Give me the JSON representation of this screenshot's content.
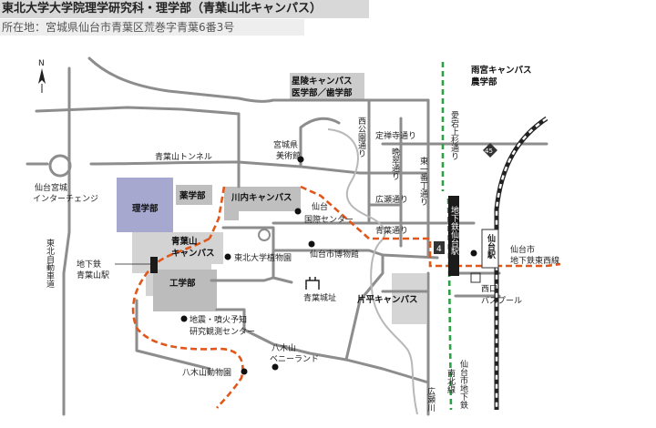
{
  "header": {
    "title": "東北大学大学院理学研究科・理学部（青葉山北キャンパス）",
    "address": "所在地：宮城県仙台市青葉区荒巻字青葉6番3号"
  },
  "map": {
    "north": "N",
    "areas": {
      "seiryo": [
        "星陵キャンパス",
        "医学部／歯学部"
      ],
      "amamiya": [
        "雨宮キャンパス",
        "農学部"
      ],
      "rigakubu": "理学部",
      "yakugakubu": "薬学部",
      "kawauchi": "川内キャンパス",
      "aobayama": [
        "青葉山",
        "キャンパス"
      ],
      "kogakubu": "工学部",
      "katahira": "片平キャンパス"
    },
    "places": {
      "art_museum": [
        "宮城県",
        "美術館"
      ],
      "tunnel": "青葉山トンネル",
      "interchange": [
        "仙台宮城",
        "インターチェンジ"
      ],
      "int_center": [
        "仙台",
        "国際センター"
      ],
      "botanical": "東北大学植物園",
      "city_museum": "仙台市博物館",
      "castle": "青葉城址",
      "subway_aobayama": [
        "地下鉄",
        "青葉山駅"
      ],
      "quake": [
        "地震・噴火予知",
        "研究観測センター"
      ],
      "benny": [
        "八木山",
        "ベニーランド"
      ],
      "zoo": "八木山動物園",
      "west_exit": [
        "西口",
        "バスプール"
      ],
      "sendai_station": "仙台駅",
      "tozai_station": [
        "仙台市",
        "地下鉄東西線"
      ]
    },
    "streets": {
      "nishikoen": "西公園通り",
      "jozenji": "定禅寺通り",
      "bansui": "晩翠通り",
      "higashi1": "東一番丁通り",
      "atago": "愛宕上杉通り",
      "hirose_dori": "広瀬通り",
      "aoba_dori": "青葉通り",
      "expressway": "東北自動車道",
      "subway_station": "地下鉄仙台駅",
      "namboku": "南北線",
      "namboku_sub": "仙台市地下鉄",
      "hirosegawa": "広瀬川"
    },
    "route_badges": {
      "r45": "45",
      "r4": "4"
    }
  }
}
